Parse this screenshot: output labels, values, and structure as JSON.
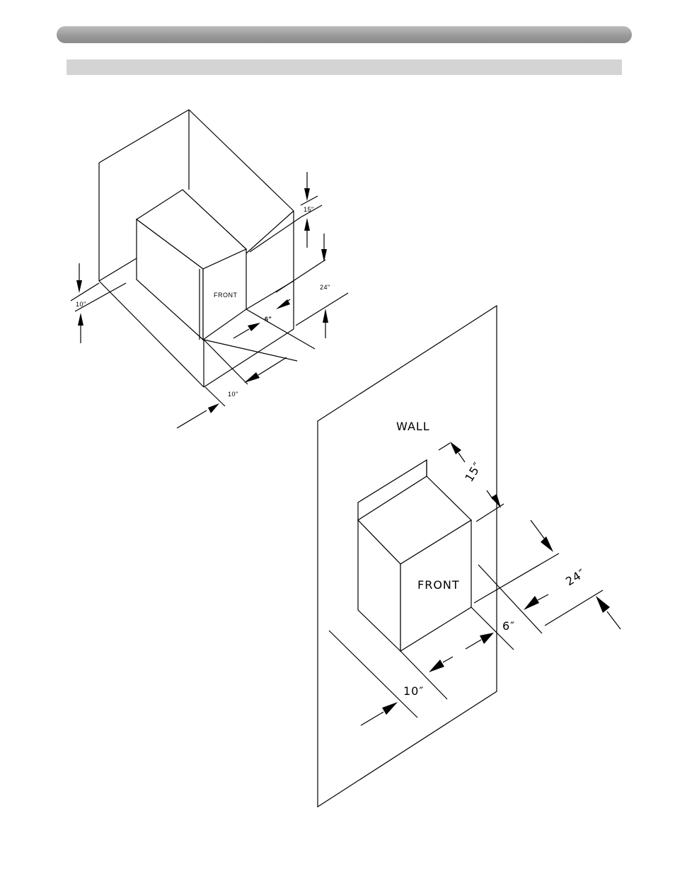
{
  "upper_diagram": {
    "front_label": "FRONT",
    "dim_top": "15\"",
    "dim_side": "24\"",
    "dim_side_gap": "6\"",
    "dim_bottom": "10\"",
    "dim_left": "10\""
  },
  "lower_diagram": {
    "wall_label": "WALL",
    "front_label": "FRONT",
    "dim_top": "15″",
    "dim_side": "24″",
    "dim_side_gap": "6″",
    "dim_bottom": "10″"
  }
}
